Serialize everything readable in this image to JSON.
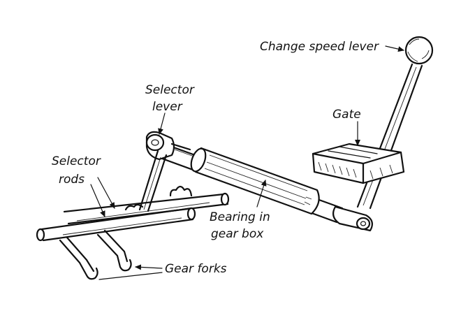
{
  "diagram": {
    "labels": {
      "change_speed_lever": "Change speed lever",
      "gate": "Gate",
      "selector_lever_line1": "Selector",
      "selector_lever_line2": "lever",
      "selector_rods_line1": "Selector",
      "selector_rods_line2": "rods",
      "bearing_line1": "Bearing in",
      "bearing_line2": "gear box",
      "gear_forks": "Gear forks"
    }
  }
}
